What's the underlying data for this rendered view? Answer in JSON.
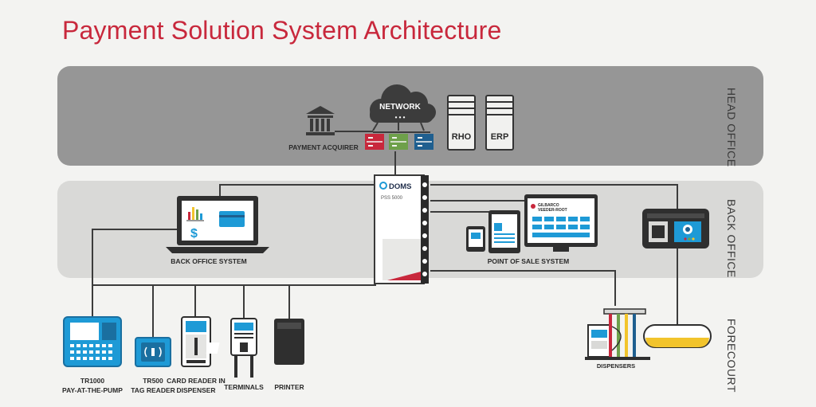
{
  "title": "Payment Solution System Architecture",
  "zones": {
    "head_office": "HEAD OFFICE",
    "back_office": "BACK OFFICE",
    "forecourt": "FORECOURT"
  },
  "head_office": {
    "network": "NETWORK",
    "network_dots": "• • •",
    "payment_acquirer": "PAYMENT ACQUIRER",
    "rho": "RHO",
    "erp": "ERP"
  },
  "controller": {
    "brand": "DOMS",
    "model": "PSS 5000"
  },
  "back_office": {
    "system": "BACK OFFICE SYSTEM",
    "pos": "POINT OF SALE  SYSTEM",
    "pos_brand_line1": "GILBARCO",
    "pos_brand_line2": "VEEDER-ROOT",
    "dollar": "$"
  },
  "forecourt": {
    "tr1000_line1": "TR1000",
    "tr1000_line2": "PAY-AT-THE-PUMP",
    "tr500_line1": "TR500",
    "tr500_line2": "TAG READER",
    "card_reader_line1": "CARD READER IN",
    "card_reader_line2": "DISPENSER",
    "terminals": "TERMINALS",
    "printer": "PRINTER",
    "dispensers": "DISPENSERS"
  },
  "colors": {
    "title": "#c8283c",
    "band_head": "#969696",
    "band_back": "#d9d9d7",
    "background": "#f3f3f1",
    "screen_blue": "#1e9ad6",
    "tank_yellow": "#f2c42c"
  }
}
